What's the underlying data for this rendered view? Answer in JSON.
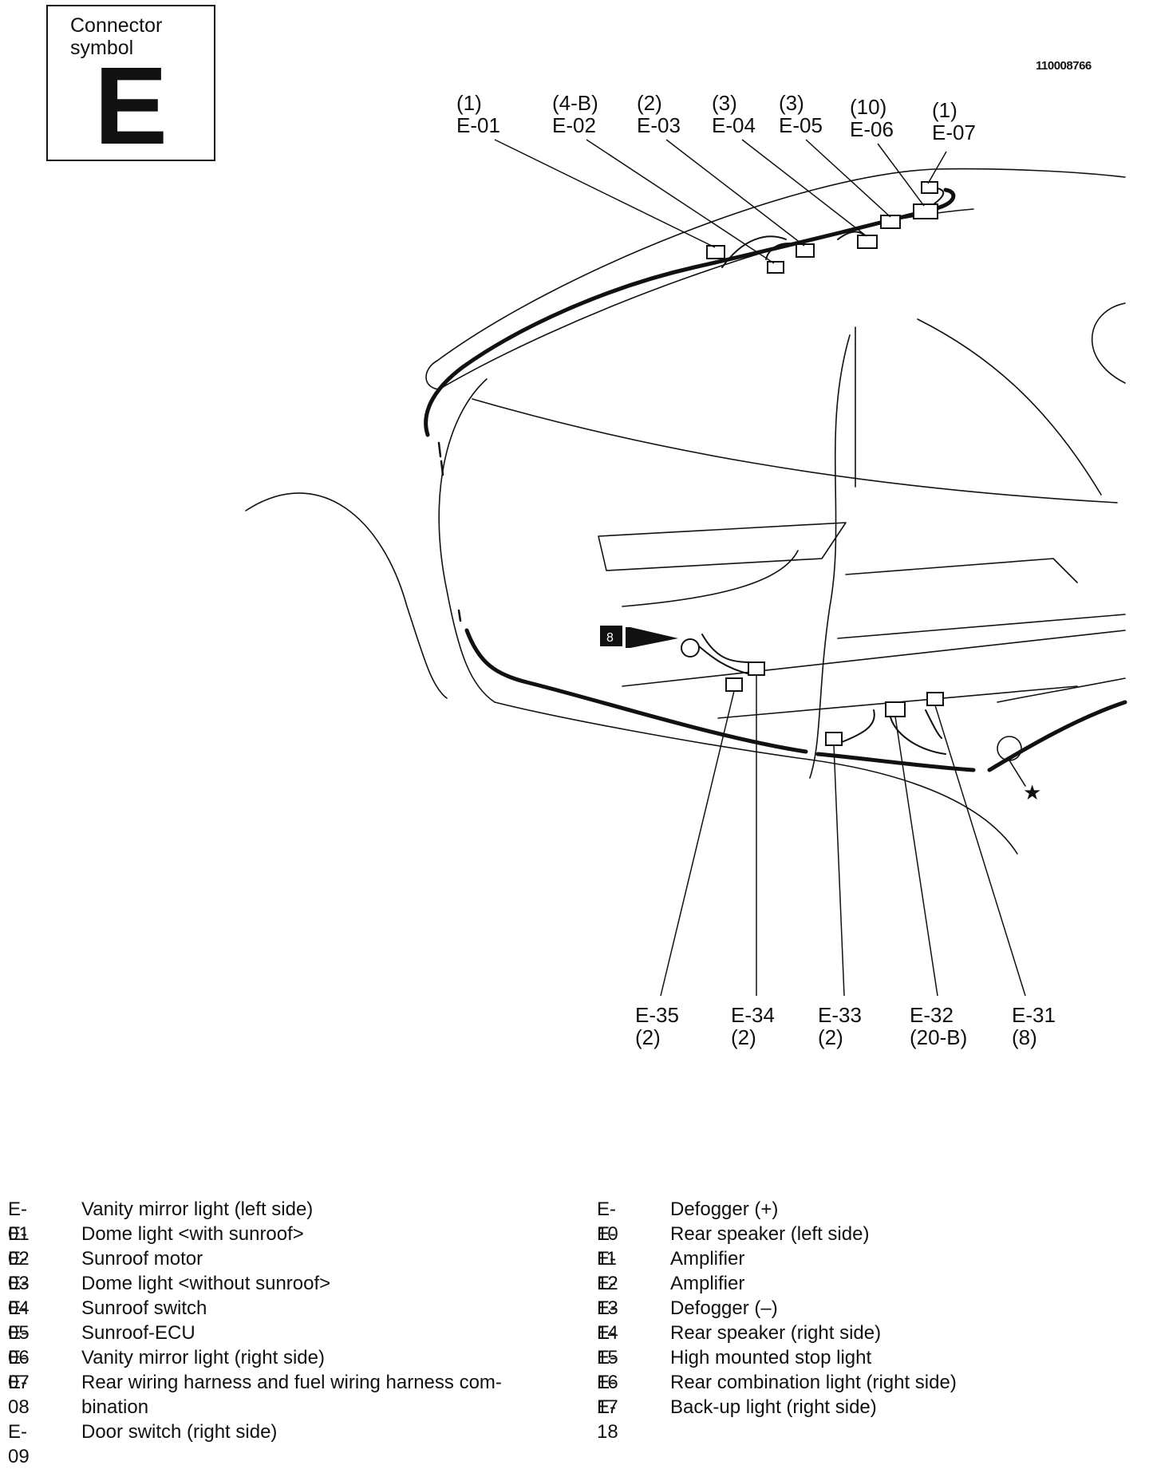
{
  "connector_symbol": {
    "caption": "Connector\nsymbol",
    "letter": "E"
  },
  "document_id": "110008766",
  "ground_marker": "8",
  "top_callouts": [
    {
      "count": "(1)",
      "code": "E-01"
    },
    {
      "count": "(4-B)",
      "code": "E-02"
    },
    {
      "count": "(2)",
      "code": "E-03"
    },
    {
      "count": "(3)",
      "code": "E-04"
    },
    {
      "count": "(3)",
      "code": "E-05"
    },
    {
      "count": "(10)",
      "code": "E-06"
    },
    {
      "count": "(1)",
      "code": "E-07"
    }
  ],
  "bottom_callouts": [
    {
      "code": "E-35",
      "count": "(2)"
    },
    {
      "code": "E-34",
      "count": "(2)"
    },
    {
      "code": "E-33",
      "count": "(2)"
    },
    {
      "code": "E-32",
      "count": "(20-B)"
    },
    {
      "code": "E-31",
      "count": "(8)"
    }
  ],
  "legend_left": [
    {
      "code": "E-01",
      "label": "Vanity mirror light (left side)"
    },
    {
      "code": "E-02",
      "label": "Dome light <with sunroof>"
    },
    {
      "code": "E-03",
      "label": "Sunroof motor"
    },
    {
      "code": "E-04",
      "label": "Dome light <without sunroof>"
    },
    {
      "code": "E-05",
      "label": "Sunroof switch"
    },
    {
      "code": "E-06",
      "label": "Sunroof-ECU"
    },
    {
      "code": "E-07",
      "label": "Vanity mirror light (right side)"
    },
    {
      "code": "E-08",
      "label": "Rear wiring harness and fuel wiring harness com-\nbination"
    },
    {
      "code": "E-09",
      "label": "Door switch (right side)"
    }
  ],
  "legend_right": [
    {
      "code": "E-10",
      "label": "Defogger (+)"
    },
    {
      "code": "E-11",
      "label": "Rear speaker (left side)"
    },
    {
      "code": "E-12",
      "label": "Amplifier"
    },
    {
      "code": "E-13",
      "label": "Amplifier"
    },
    {
      "code": "E-14",
      "label": "Defogger (–)"
    },
    {
      "code": "E-15",
      "label": "Rear speaker (right side)"
    },
    {
      "code": "E-16",
      "label": "High mounted stop light"
    },
    {
      "code": "E-17",
      "label": "Rear combination light (right side)"
    },
    {
      "code": "E-18",
      "label": "Back-up light (right side)"
    }
  ]
}
